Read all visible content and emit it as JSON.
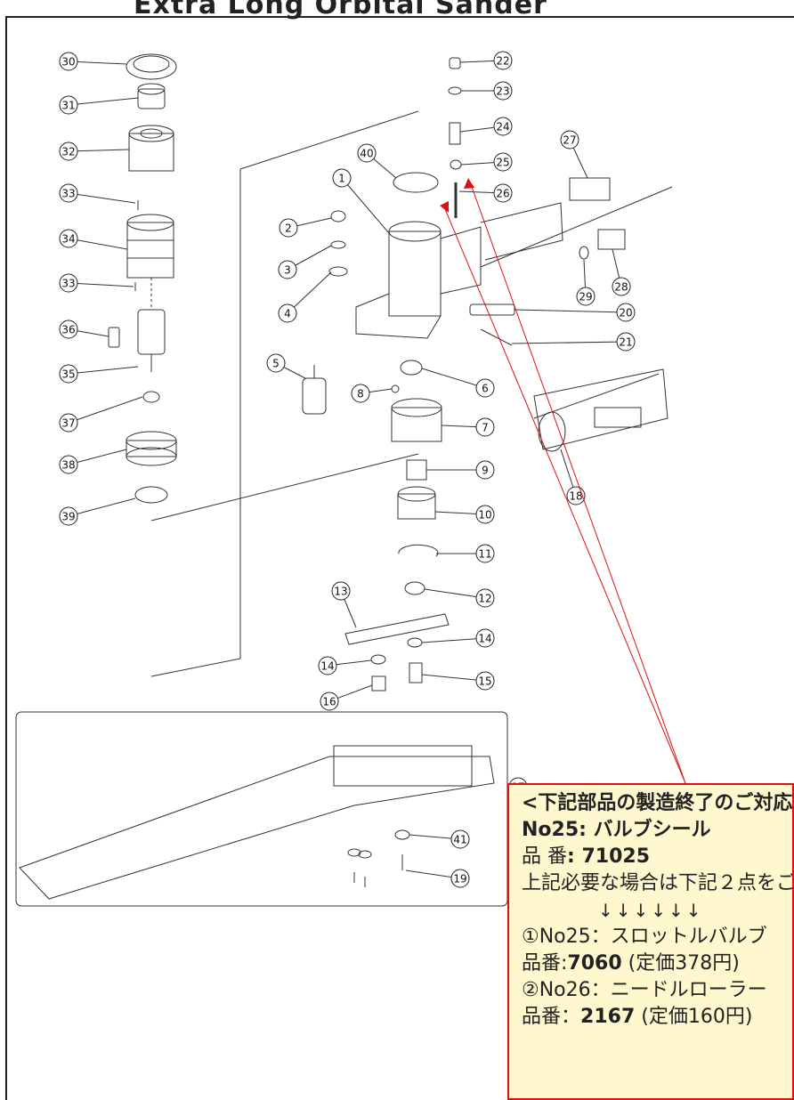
{
  "title": "Extra Long Orbital Sander",
  "callouts": [
    "1",
    "2",
    "3",
    "4",
    "5",
    "6",
    "7",
    "8",
    "9",
    "10",
    "11",
    "12",
    "13",
    "14",
    "14",
    "15",
    "16",
    "17",
    "18",
    "19",
    "20",
    "21",
    "22",
    "23",
    "24",
    "25",
    "26",
    "27",
    "28",
    "29",
    "30",
    "31",
    "32",
    "33",
    "33",
    "34",
    "35",
    "36",
    "37",
    "38",
    "39",
    "40",
    "41"
  ],
  "notice": {
    "heading": "<下記部品の製造終了のご対応",
    "part_line": "No25: バルブシール",
    "number_label": "品 番",
    "number_value": ": 71025",
    "instruction": "上記必要な場合は下記２点をご注文ください",
    "arrows": "↓↓↓↓↓↓",
    "alt1_label": "①No25：スロットルバルブ",
    "alt1_prefix": "品番:",
    "alt1_number": "7060",
    "alt1_price": " (定価378円)",
    "alt2_label": "②No26：ニードルローラー",
    "alt2_prefix": "品番：",
    "alt2_number": "2167",
    "alt2_price": " (定価160円)"
  },
  "colors": {
    "accent": "#e01010",
    "notice_bg": "#fff8cf"
  }
}
